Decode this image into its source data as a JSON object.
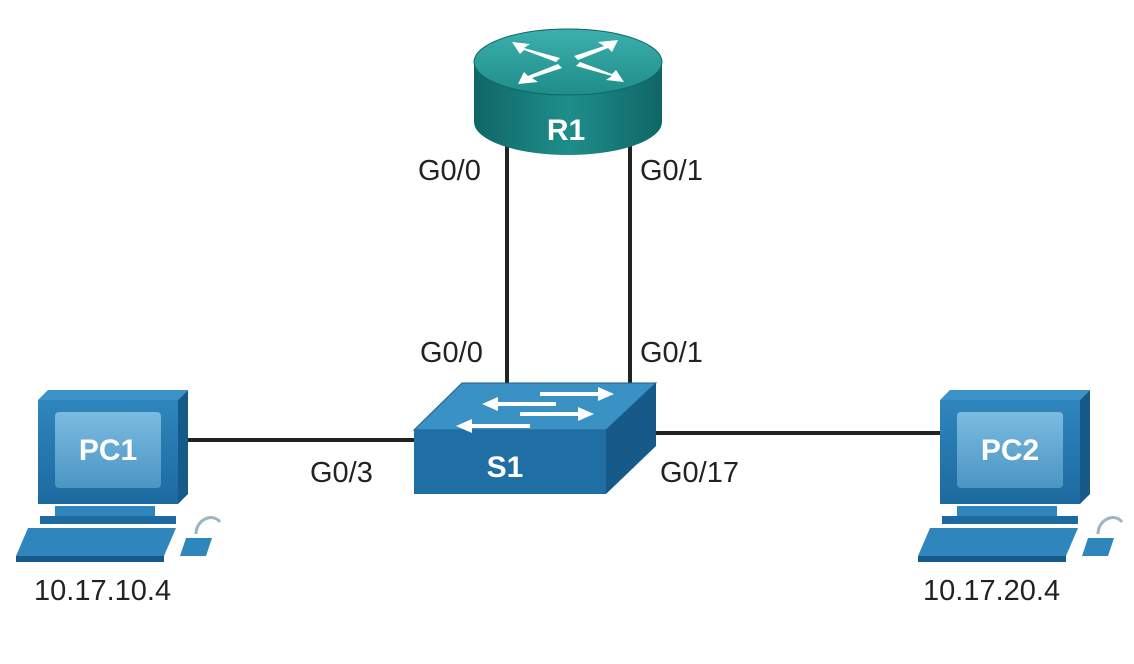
{
  "devices": {
    "router": {
      "name": "R1"
    },
    "switch": {
      "name": "S1"
    },
    "pc1": {
      "name": "PC1",
      "ip": "10.17.10.4"
    },
    "pc2": {
      "name": "PC2",
      "ip": "10.17.20.4"
    }
  },
  "interfaces": {
    "r1_g00": "G0/0",
    "r1_g01": "G0/1",
    "s1_g00": "G0/0",
    "s1_g01": "G0/1",
    "s1_g03": "G0/3",
    "s1_g017": "G0/17"
  },
  "colors": {
    "router_top": "#2a9b98",
    "router_side": "#157a79",
    "switch_top": "#2e7fb3",
    "switch_front": "#1f6fa5",
    "pc_body": "#1f6fa5",
    "pc_screen": "#5aa3cf",
    "link": "#222222"
  }
}
